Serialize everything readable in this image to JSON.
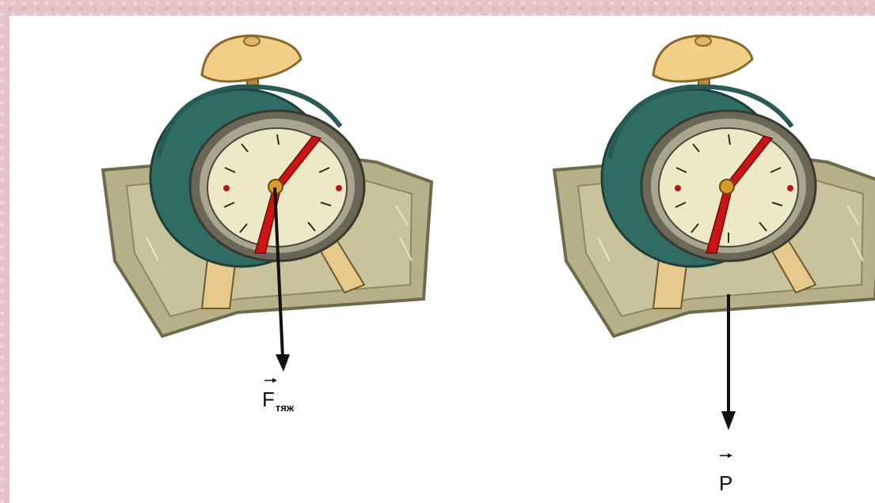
{
  "colors": {
    "background_frame": "#e6c3c7",
    "slide": "#ffffff",
    "tray": "#b9b38a",
    "clock_body": "#2f6f66",
    "clock_rim": "#5c5a4a",
    "clock_face": "#e9e6c3",
    "hands": "#c81414",
    "bell": "#e9c77e",
    "arrow": "#111111"
  },
  "left_figure": {
    "vector_label": "F",
    "vector_subscript": "тяж"
  },
  "right_figure": {
    "vector_label": "P"
  }
}
